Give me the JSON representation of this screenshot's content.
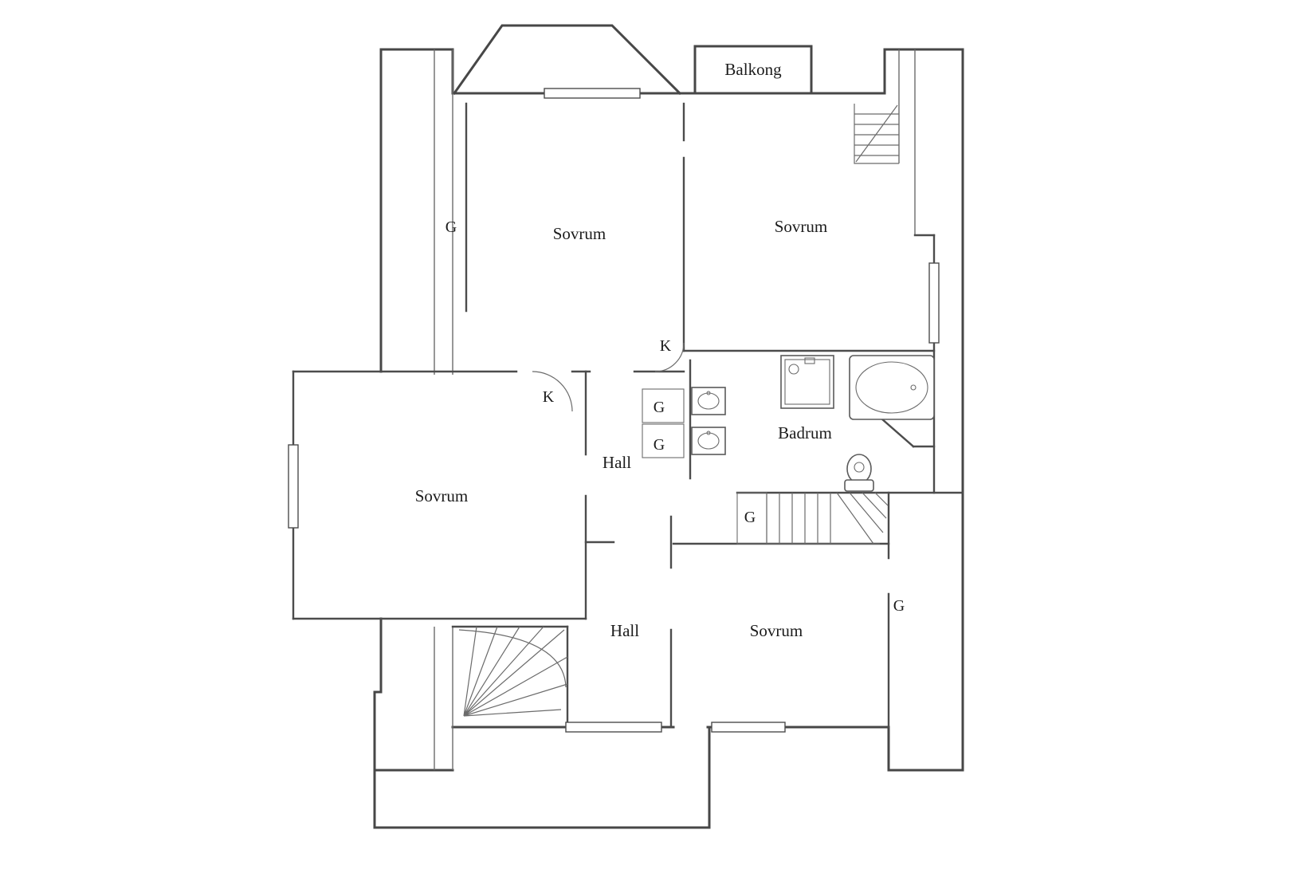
{
  "plan": {
    "balcony": "Balkong",
    "bedroom_top": "Sovrum",
    "bedroom_right": "Sovrum",
    "bedroom_left": "Sovrum",
    "bedroom_bottom": "Sovrum",
    "hall_upper": "Hall",
    "hall_lower": "Hall",
    "bathroom": "Badrum",
    "closet_left": "G",
    "closet_hall_1": "G",
    "closet_hall_2": "G",
    "closet_stair": "G",
    "closet_right": "G",
    "walkin_top": "K",
    "walkin_left": "K"
  },
  "colors": {
    "wall": "#474747",
    "background": "#ffffff",
    "label": "#1c1c1c"
  }
}
